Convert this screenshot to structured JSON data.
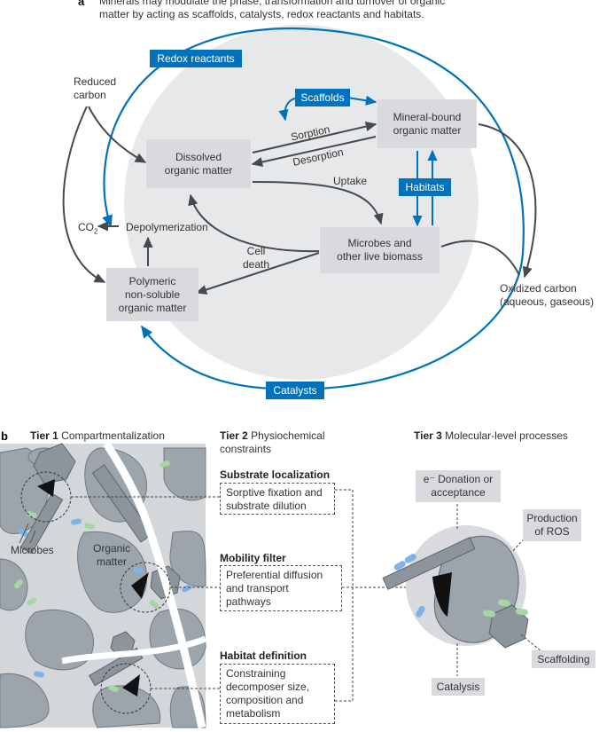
{
  "panel_a": {
    "letter": "a",
    "caption_line1": "Minerals may modulate the phase, transformation and turnover of organic",
    "caption_line2": "matter by acting as scaffolds, catalysts, redox reactants and habitats.",
    "tags": {
      "redox": "Redox reactants",
      "scaffolds": "Scaffolds",
      "habitats": "Habitats",
      "catalysts": "Catalysts"
    },
    "boxes": {
      "dissolved_1": "Dissolved",
      "dissolved_2": "organic matter",
      "mineral_1": "Mineral-bound",
      "mineral_2": "organic matter",
      "microbes_1": "Microbes and",
      "microbes_2": "other live biomass",
      "polymeric_1": "Polymeric",
      "polymeric_2": "non-soluble",
      "polymeric_3": "organic matter"
    },
    "labels": {
      "reduced_1": "Reduced",
      "reduced_2": "carbon",
      "oxidized_1": "Oxidized carbon",
      "oxidized_2": "(aqueous, gaseous)",
      "sorption": "Sorption",
      "desorption": "Desorption",
      "uptake": "Uptake",
      "cell_1": "Cell",
      "cell_2": "death",
      "co2": "CO",
      "co2_sub": "2",
      "depoly": "Depolymerization"
    }
  },
  "panel_b": {
    "letter": "b",
    "tier1_bold": "Tier 1",
    "tier1_text": " Compartmentalization",
    "tier2_bold": "Tier 2",
    "tier2_text_1": " Physiochemical",
    "tier2_text_2": "constraints",
    "tier3_bold": "Tier 3",
    "tier3_text": " Molecular-level processes",
    "microbes": "Microbes",
    "organic_1": "Organic",
    "organic_2": "matter",
    "sections": [
      {
        "heading": "Substrate localization",
        "lines": [
          "Sorptive fixation and",
          "substrate dilution"
        ]
      },
      {
        "heading": "Mobility filter",
        "lines": [
          "Preferential diffusion",
          "and transport",
          "pathways"
        ]
      },
      {
        "heading": "Habitat definition",
        "lines": [
          "Constraining",
          "decomposer size,",
          "composition and",
          "metabolism"
        ]
      }
    ],
    "tier3_labels": {
      "donation_1": "e⁻ Donation or",
      "donation_2": "acceptance",
      "ros_1": "Production",
      "ros_2": "of ROS",
      "scaffolding": "Scaffolding",
      "catalysis": "Catalysis"
    }
  }
}
